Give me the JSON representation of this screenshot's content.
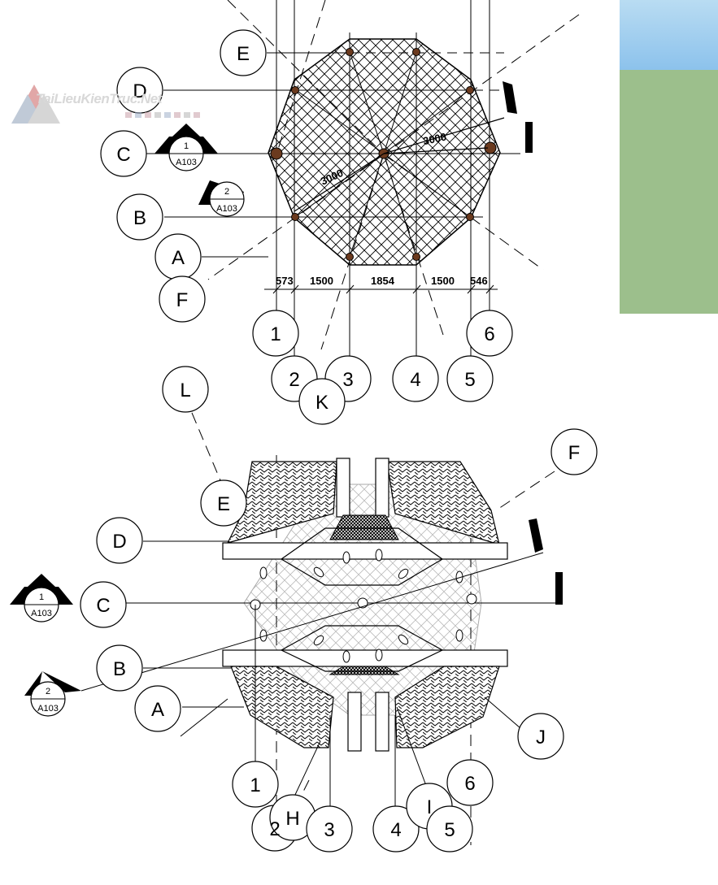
{
  "watermark": {
    "text": "TaiLieuKienTruc.Net"
  },
  "plan_upper": {
    "grid_rows": [
      "E",
      "D",
      "C",
      "B",
      "A",
      "F"
    ],
    "grid_columns": [
      "1",
      "2",
      "3",
      "4",
      "5",
      "6"
    ],
    "dimensions": [
      "573",
      "1500",
      "1854",
      "1500",
      "546"
    ],
    "radius_labels": [
      "3000",
      "3000"
    ],
    "section_tags": [
      {
        "number": "1",
        "sheet": "A103"
      },
      {
        "number": "2",
        "sheet": "A103"
      }
    ]
  },
  "plan_lower": {
    "grid_labels": [
      "L",
      "K",
      "F",
      "E",
      "D",
      "C",
      "B",
      "A",
      "J",
      "1",
      "2",
      "H",
      "3",
      "4",
      "I",
      "5",
      "6"
    ],
    "section_tags": [
      {
        "number": "1",
        "sheet": "A103"
      },
      {
        "number": "2",
        "sheet": "A103"
      }
    ]
  },
  "colors": {
    "line": "#000000",
    "column_fill": "#6b3a1e",
    "sky": "#9fcff0",
    "grass": "#9cbf8c",
    "watermark": "#d8d8d8"
  }
}
